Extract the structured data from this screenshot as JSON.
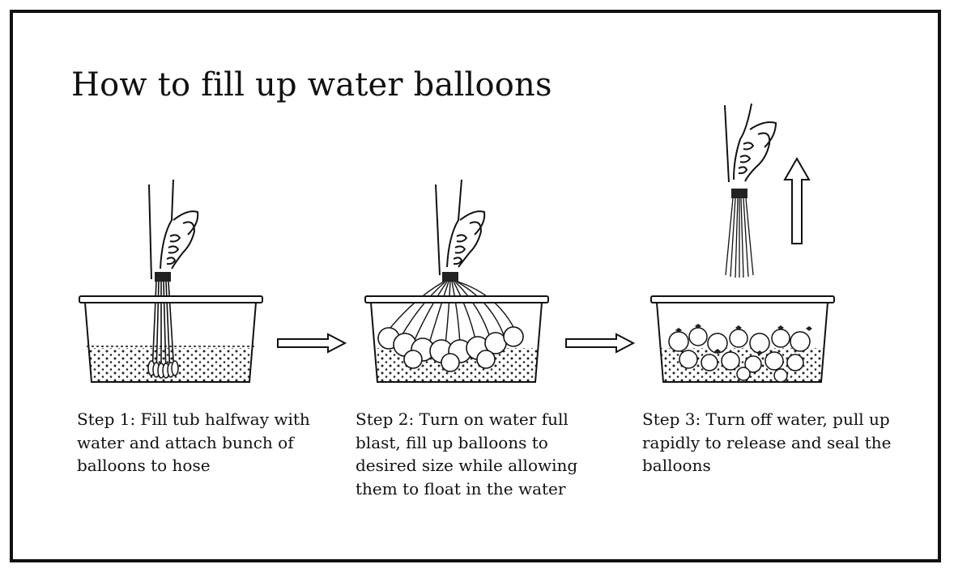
{
  "title": "How to fill up water balloons",
  "steps": [
    {
      "caption": "Step 1: Fill tub halfway with water and attach bunch of balloons to hose"
    },
    {
      "caption": "Step 2: Turn on water full blast, fill up balloons to desired size while allowing them to float in the water"
    },
    {
      "caption": "Step 3: Turn off water, pull up rapidly to release and seal the balloons"
    }
  ],
  "colors": {
    "ink": "#111111",
    "background": "#ffffff"
  }
}
